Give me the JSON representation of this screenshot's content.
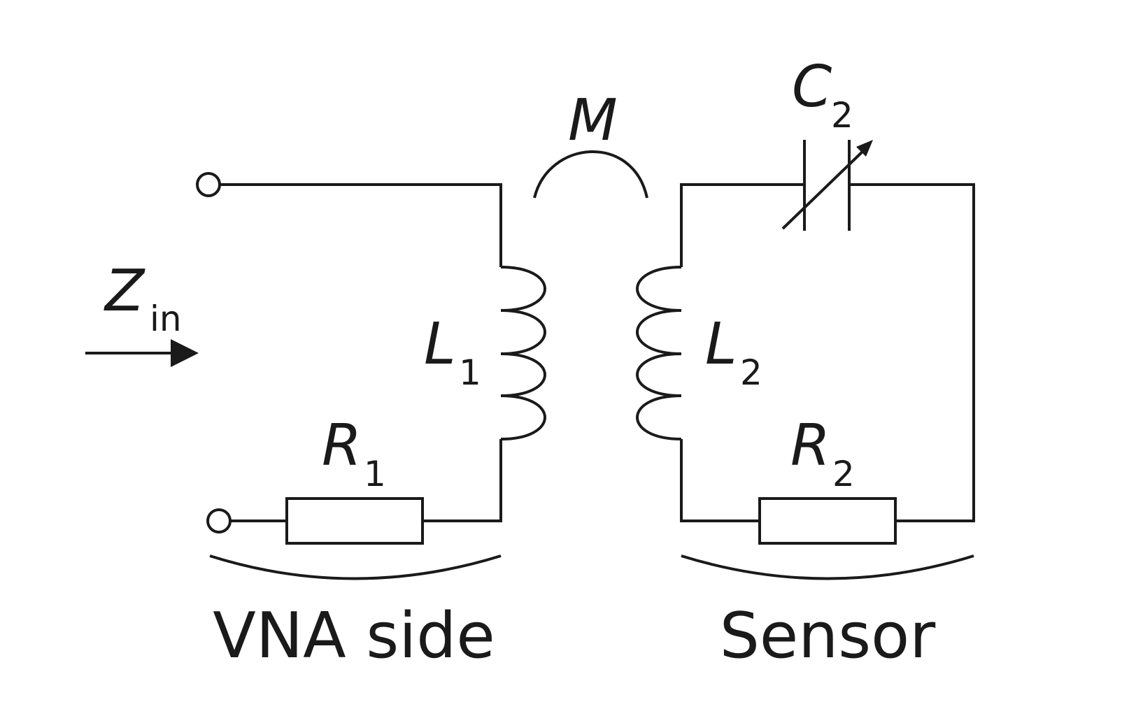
{
  "diagram": {
    "type": "equivalent-circuit",
    "description": "Inductively coupled VNA-side loop and sensor resonant circuit",
    "labels": {
      "zin": {
        "main": "Z",
        "sub": "in"
      },
      "mutual": {
        "main": "M",
        "sub": ""
      },
      "l1": {
        "main": "L",
        "sub": "1"
      },
      "l2": {
        "main": "L",
        "sub": "2"
      },
      "r1": {
        "main": "R",
        "sub": "1"
      },
      "r2": {
        "main": "R",
        "sub": "2"
      },
      "c2": {
        "main": "C",
        "sub": "2"
      }
    },
    "groups": {
      "vna": {
        "caption": "VNA side",
        "components": [
          "R1",
          "L1"
        ]
      },
      "sensor": {
        "caption": "Sensor",
        "components": [
          "L2",
          "R2",
          "C2"
        ]
      }
    },
    "components": [
      {
        "id": "L1",
        "kind": "inductor",
        "turns": 4,
        "loop": "vna"
      },
      {
        "id": "R1",
        "kind": "resistor",
        "loop": "vna"
      },
      {
        "id": "L2",
        "kind": "inductor",
        "turns": 4,
        "loop": "sensor"
      },
      {
        "id": "R2",
        "kind": "resistor",
        "loop": "sensor"
      },
      {
        "id": "C2",
        "kind": "variable-capacitor",
        "loop": "sensor"
      },
      {
        "id": "M",
        "kind": "mutual-inductance",
        "between": [
          "L1",
          "L2"
        ]
      }
    ],
    "terminals": 2,
    "colors": {
      "stroke": "#1a1a1a",
      "background": "#ffffff"
    }
  }
}
